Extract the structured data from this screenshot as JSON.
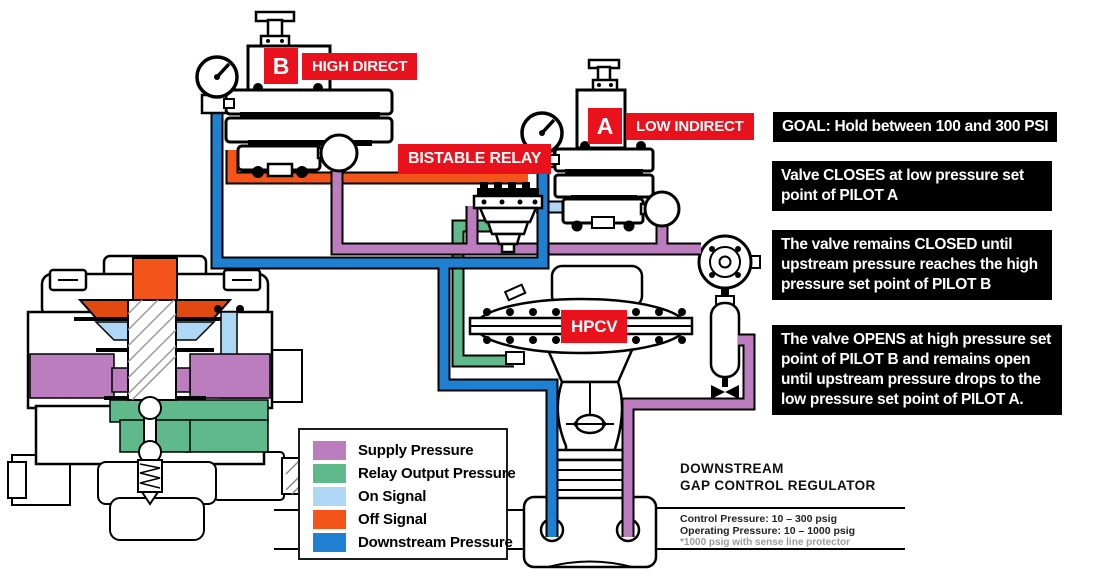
{
  "colors": {
    "supply": "#bb7dbe",
    "relay_output": "#5fb98a",
    "on_signal": "#aed6f5",
    "off_signal": "#f3541a",
    "downstream": "#1f7fd0",
    "label_red": "#e8111c"
  },
  "labels": {
    "pilot_b": {
      "letter": "B",
      "name": "HIGH DIRECT"
    },
    "pilot_a": {
      "letter": "A",
      "name": "LOW INDIRECT"
    },
    "bistable_relay": "BISTABLE RELAY",
    "hpcv": "HPCV"
  },
  "notes": [
    "GOAL: Hold between 100 and 300 PSI",
    "Valve CLOSES at low pressure set point of PILOT A",
    "The valve remains CLOSED until upstream pressure reaches the high pressure set point of PILOT B",
    "The valve OPENS at high pressure set point of PILOT B and remains open until upstream pressure drops to the low pressure set point of PILOT A."
  ],
  "legend": {
    "items": [
      {
        "label": "Supply Pressure",
        "color": "#bb7dbe"
      },
      {
        "label": "Relay Output Pressure",
        "color": "#5fb98a"
      },
      {
        "label": "On Signal",
        "color": "#aed6f5"
      },
      {
        "label": "Off Signal",
        "color": "#f3541a"
      },
      {
        "label": "Downstream Pressure",
        "color": "#1f7fd0"
      }
    ]
  },
  "regulator": {
    "title_line1": "DOWNSTREAM",
    "title_line2": "GAP CONTROL REGULATOR",
    "spec_line1": "Control Pressure: 10 – 300 psig",
    "spec_line2": "Operating Pressure: 10 – 1000 psig",
    "spec_note": "*1000 psig with sense line protector"
  }
}
